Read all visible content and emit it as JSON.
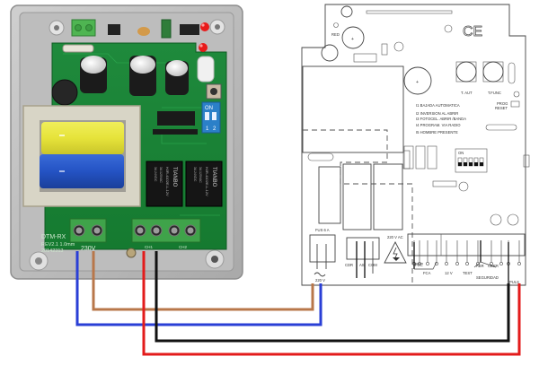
{
  "figure": {
    "description": "Wiring diagram: receiver module connected to gate control board",
    "wire_colors": {
      "brown": "#b8774a",
      "blue": "#2a3fd6",
      "black": "#111111",
      "red": "#e31b1b"
    }
  },
  "receiver_board": {
    "model_label": "DTM-RX",
    "revision_label": "REV2.1 1.0mm",
    "date_label": "20142313",
    "power_terminal_label": "230V",
    "channel_labels": [
      "CH1",
      "CH2"
    ],
    "dip_switch": {
      "label": "ON",
      "positions": [
        "1",
        "2"
      ]
    },
    "relays": [
      {
        "brand": "TIANBO",
        "model": "HJR-4102E-L-12V",
        "rating_ac": "3A 125VAC",
        "rating_dc": "3A 24VDC"
      },
      {
        "brand": "TIANBO",
        "model": "HJR-4102E-L-12V",
        "rating_ac": "3A 125VAC",
        "rating_dc": "3A 24VDC"
      }
    ]
  },
  "control_board": {
    "labels": {
      "red": "RED",
      "ce": "CE",
      "t_aut": "T. AUT",
      "t_func": "T.FUNC",
      "prog_reset": [
        "PROG",
        "RESET"
      ],
      "fuse": "FUS 6 A",
      "mains_ac": "220 V AC",
      "mains": "220 V",
      "motor_terminals": [
        "CDR",
        "AS",
        "COM"
      ],
      "fcc": "FCC",
      "fca": "FCA",
      "v12": "12 V",
      "test": "TEST",
      "security": [
        "ABR",
        "CERR"
      ],
      "security_label": "SEGURIDAD",
      "puls": "PULS"
    },
    "dip_legend": [
      "I1  BAJADA AUTOMATICA",
      "I2  INVERSION AL ABRIR",
      "I3  FOTOCEL. ABRIR /BANDA",
      "I4  PROGRAM. VIA RADIO",
      "I5  HOMBRE PRESENTE"
    ],
    "dip_switch_label": "ON",
    "dip_switch_count": 5
  },
  "connections": [
    {
      "from": "receiver 230V L",
      "to": "board 220 V L",
      "color": "brown"
    },
    {
      "from": "receiver 230V N",
      "to": "board 220 V N",
      "color": "blue"
    },
    {
      "from": "receiver CH1 A",
      "to": "board PULS 1",
      "color": "black"
    },
    {
      "from": "receiver CH1 B",
      "to": "board PULS 2",
      "color": "red"
    }
  ]
}
